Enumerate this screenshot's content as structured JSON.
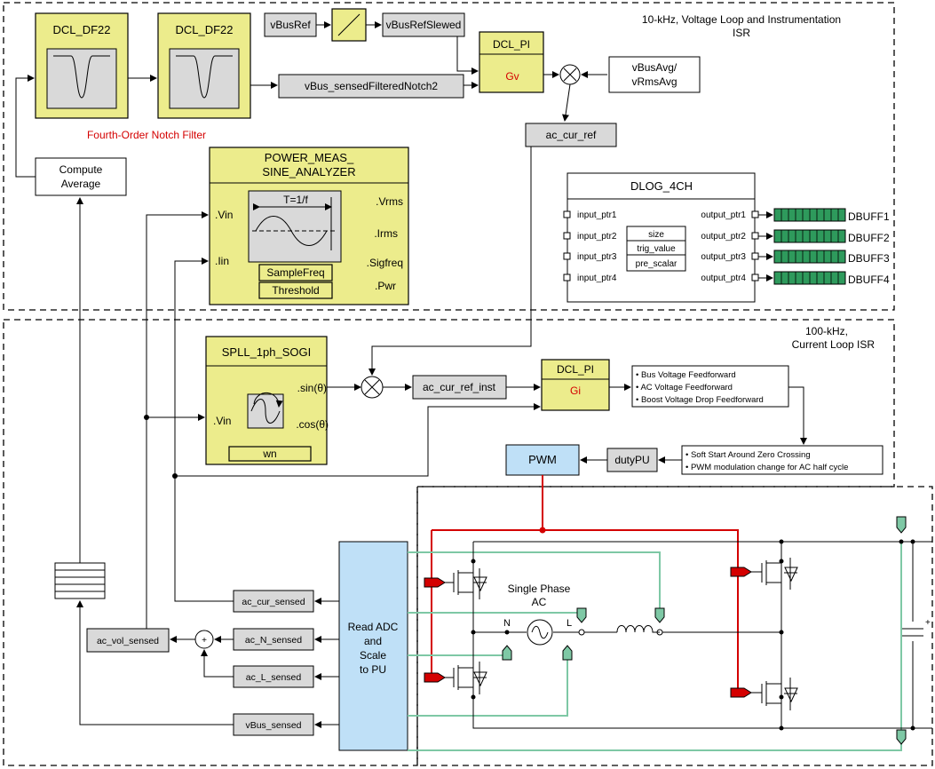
{
  "outer_loop": {
    "title_line1": "10-kHz, Voltage Loop and Instrumentation",
    "title_line2": "ISR",
    "notch1": "DCL_DF22",
    "notch2": "DCL_DF22",
    "notch_caption": "Fourth-Order Notch Filter",
    "vbus_ref": "vBusRef",
    "vbus_ref_slewed": "vBusRefSlewed",
    "vbus_notch": "vBus_sensedFilteredNotch2",
    "dcl_pi": "DCL_PI",
    "gv": "Gv",
    "vbus_avg_1": "vBusAvg/",
    "vbus_avg_2": "vRmsAvg",
    "ac_cur_ref": "ac_cur_ref",
    "compute_avg_1": "Compute",
    "compute_avg_2": "Average",
    "pm_title_1": "POWER_MEAS_",
    "pm_title_2": "SINE_ANALYZER",
    "pm_vin": ".Vin",
    "pm_iin": ".Iin",
    "pm_vrms": ".Vrms",
    "pm_irms": ".Irms",
    "pm_sigfreq": ".Sigfreq",
    "pm_pwr": ".Pwr",
    "pm_period": "T=1/f",
    "pm_samplefreq": "SampleFreq",
    "pm_threshold": "Threshold",
    "dlog_title": "DLOG_4CH",
    "dlog_inputs": [
      "input_ptr1",
      "input_ptr2",
      "input_ptr3",
      "input_ptr4"
    ],
    "dlog_outputs": [
      "output_ptr1",
      "output_ptr2",
      "output_ptr3",
      "output_ptr4"
    ],
    "dlog_params": [
      "size",
      "trig_value",
      "pre_scalar"
    ],
    "dbuff": [
      "DBUFF1",
      "DBUFF2",
      "DBUFF3",
      "DBUFF4"
    ]
  },
  "inner_loop": {
    "title_line1": "100-kHz,",
    "title_line2": "Current Loop ISR",
    "spll_title": "SPLL_1ph_SOGI",
    "spll_vin": ".Vin",
    "spll_sin": ".sin(θ)",
    "spll_cos": ".cos(θ)",
    "spll_wn": "wn",
    "ac_cur_ref_inst": "ac_cur_ref_inst",
    "dcl_pi": "DCL_PI",
    "gi": "Gi",
    "ff_notes": [
      "• Bus Voltage Feedforward",
      "• AC Voltage Feedforward",
      "• Boost Voltage Drop Feedforward"
    ],
    "ss_notes": [
      "• Soft Start Around Zero Crossing",
      "• PWM modulation change for AC half cycle"
    ],
    "duty": "dutyPU",
    "pwm": "PWM"
  },
  "power_stage": {
    "ac_label_1": "Single Phase",
    "ac_label_2": "AC",
    "n_label": "N",
    "l_label": "L",
    "read_adc": [
      "Read ADC",
      "and",
      "Scale",
      "to PU"
    ],
    "ac_cur_sensed": "ac_cur_sensed",
    "ac_n_sensed": "ac_N_sensed",
    "ac_l_sensed": "ac_L_sensed",
    "ac_vol_sensed": "ac_vol_sensed",
    "vbus_sensed": "vBus_sensed",
    "sum_plus": "+",
    "cap_plus": "+"
  },
  "colors": {
    "yellow_block": "#ecec8c",
    "gray_block": "#d9d9d9",
    "blue_block": "#bfe0f7",
    "red_signal": "#d40000",
    "green_signal": "#7ec8a5",
    "buffer_green": "#2e9a5c"
  }
}
